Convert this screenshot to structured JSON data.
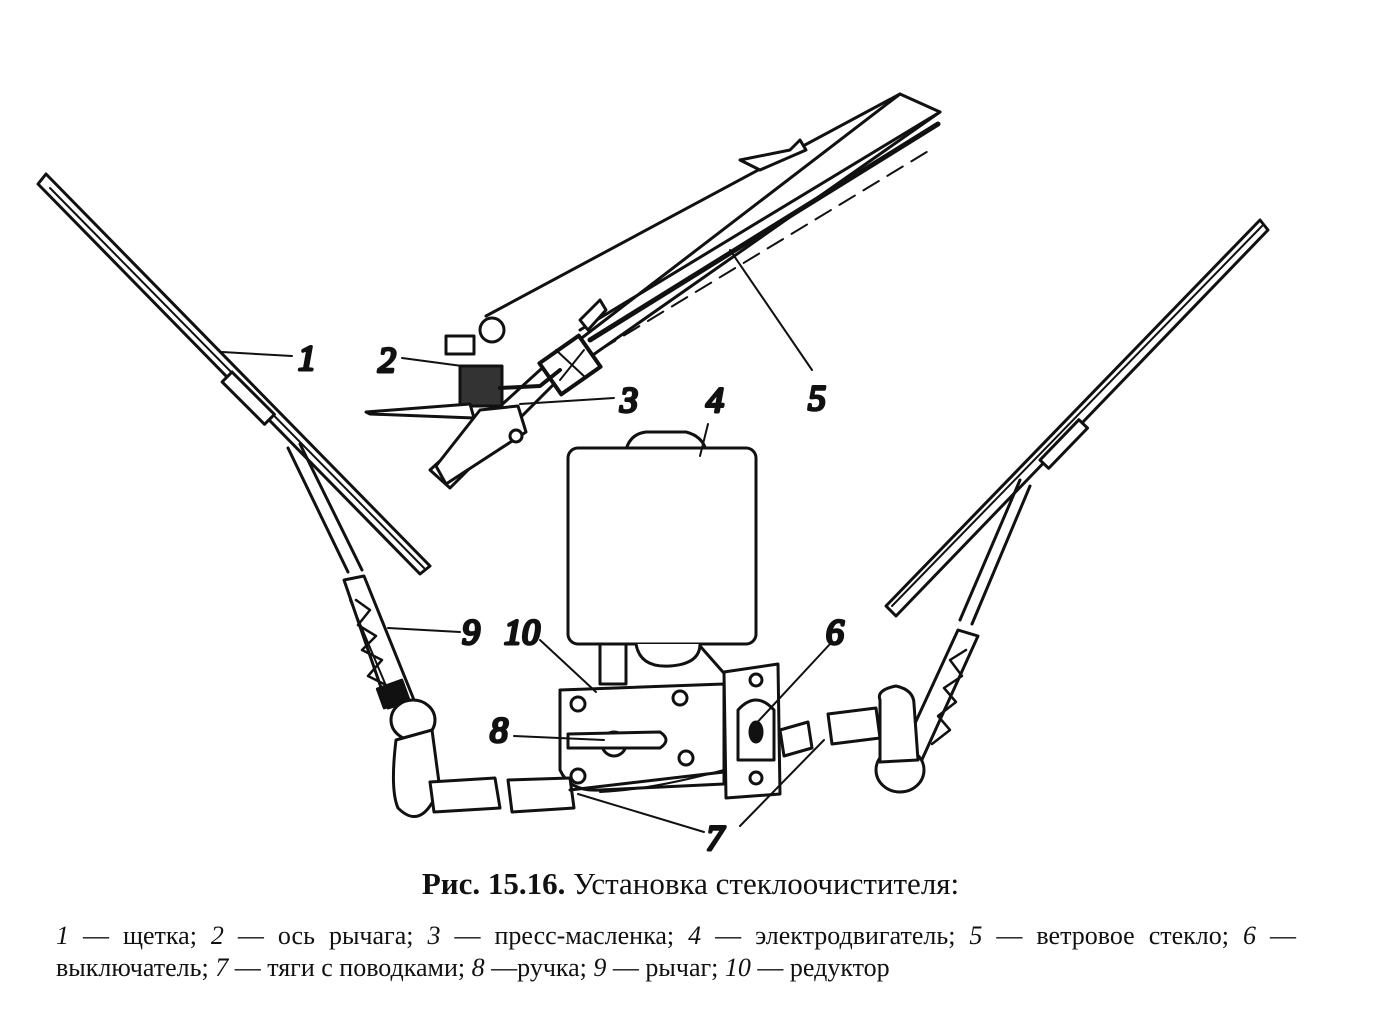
{
  "figure": {
    "callouts": [
      "1",
      "2",
      "3",
      "4",
      "5",
      "6",
      "7",
      "8",
      "9",
      "10"
    ]
  },
  "caption": {
    "figure_number": "Рис. 15.16.",
    "title": "Установка стеклоочистителя:"
  },
  "legend": [
    {
      "num": "1",
      "text": " — щетка; "
    },
    {
      "num": "2",
      "text": " — ось рычага; "
    },
    {
      "num": "3",
      "text": " — пресс-масленка; "
    },
    {
      "num": "4",
      "text": " — электродвигатель; "
    },
    {
      "num": "5",
      "text": " — ветровое стекло; "
    },
    {
      "num": "6",
      "text": " — выключатель; "
    },
    {
      "num": "7",
      "text": " — тяги с поводками; "
    },
    {
      "num": "8",
      "text": " —ручка; "
    },
    {
      "num": "9",
      "text": " — рычаг; "
    },
    {
      "num": "10",
      "text": " — редуктор"
    }
  ]
}
